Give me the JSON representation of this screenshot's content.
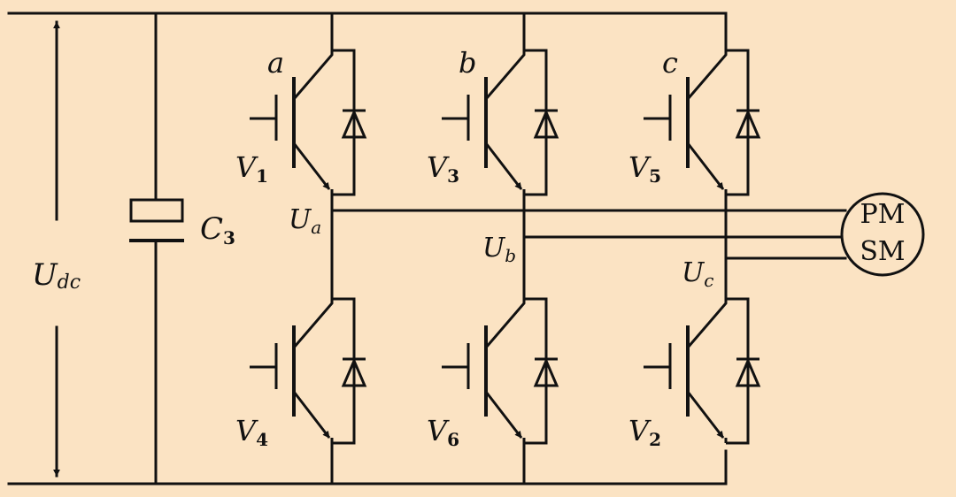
{
  "labels": {
    "dc_voltage": {
      "main": "U",
      "sub": "dc"
    },
    "capacitor": {
      "main": "C",
      "sub": "3"
    },
    "leg_a": "a",
    "leg_b": "b",
    "leg_c": "c",
    "out_a": {
      "main": "U",
      "sub": "a"
    },
    "out_b": {
      "main": "U",
      "sub": "b"
    },
    "out_c": {
      "main": "U",
      "sub": "c"
    },
    "switches": {
      "v1": {
        "main": "V",
        "sub": "1"
      },
      "v3": {
        "main": "V",
        "sub": "3"
      },
      "v5": {
        "main": "V",
        "sub": "5"
      },
      "v4": {
        "main": "V",
        "sub": "4"
      },
      "v6": {
        "main": "V",
        "sub": "6"
      },
      "v2": {
        "main": "V",
        "sub": "2"
      }
    },
    "motor": {
      "line1": "PM",
      "line2": "SM"
    }
  },
  "colors": {
    "background": "#fbe3c3",
    "wire": "#111111"
  }
}
